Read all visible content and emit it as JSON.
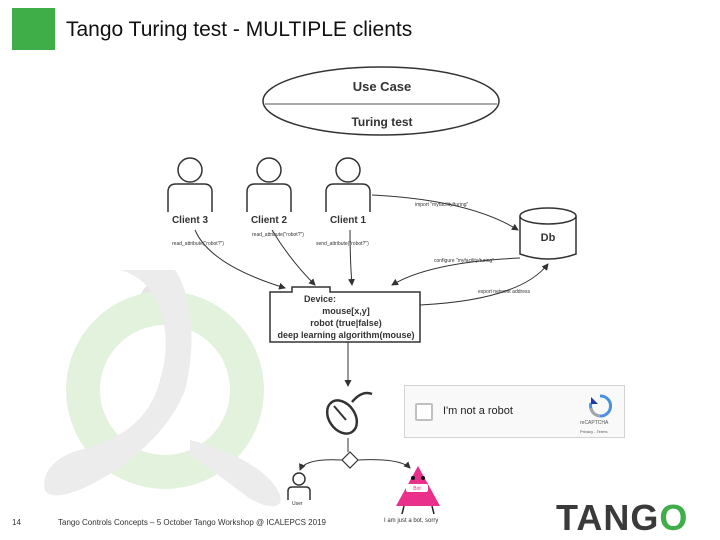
{
  "slide": {
    "title": "Tango Turing test - MULTIPLE clients",
    "page_number": "14",
    "footer": "Tango Controls Concepts – 5 October Tango Workshop @ ICALEPCS 2019"
  },
  "use_case": {
    "title": "Use Case",
    "subtitle": "Turing test"
  },
  "clients": [
    {
      "label": "Client 3",
      "action": "read_attribute(\"robot?\")"
    },
    {
      "label": "Client 2",
      "action": "read_attribute(\"robot?\")"
    },
    {
      "label": "Client 1",
      "action": "send_attribute(\"robot?\")"
    }
  ],
  "db": {
    "label": "Db",
    "import_label": "import \"myfacility/turing\"",
    "configure_label": "configure \"myfacility/turing\"",
    "export_label": "export network address"
  },
  "device": {
    "lines": [
      "Device:",
      "mouse[x,y]",
      "robot (true|false)",
      "deep learning algorithm(mouse)"
    ]
  },
  "recaptcha": {
    "text": "I'm not a robot",
    "brand": "reCAPTCHA",
    "links": "Privacy - Terms"
  },
  "user": {
    "label": "User"
  },
  "bot": {
    "caption": "I am just a bot, sorry",
    "badge": "Bot"
  },
  "logo": {
    "text_prefix": "TANG",
    "text_suffix": "O"
  },
  "colors": {
    "accent": "#3fae49",
    "logo_grey": "#3a3a3a",
    "bot": "#e9308a"
  }
}
